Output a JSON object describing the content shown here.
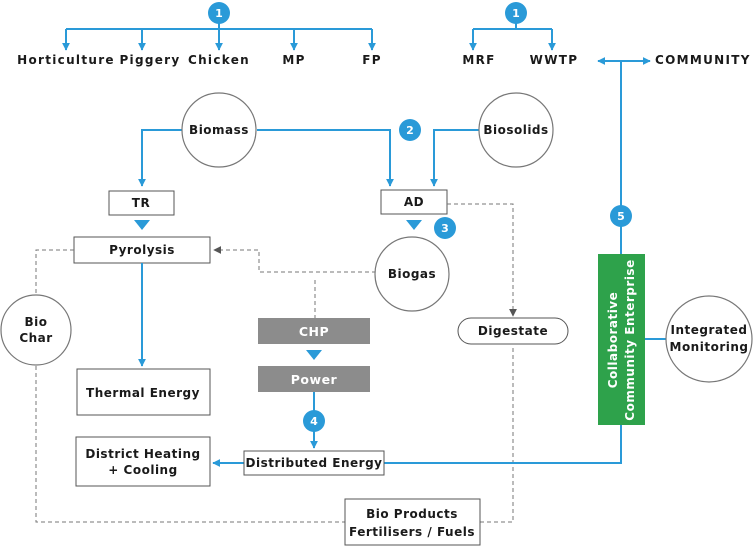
{
  "colors": {
    "accent_blue": "#2a9ad8",
    "green": "#2ea24b",
    "gray_box": "#8c8c8c",
    "line_gray": "#777777"
  },
  "top_branch": {
    "badge": "1",
    "items": [
      "Horticulture",
      "Piggery",
      "Chicken",
      "MP",
      "FP"
    ]
  },
  "right_branch": {
    "badge": "1",
    "items": [
      "MRF",
      "WWTP"
    ],
    "community": "COMMUNITY"
  },
  "nodes": {
    "biomass": "Biomass",
    "biosolids": "Biosolids",
    "tr": "TR",
    "ad": "AD",
    "pyrolysis": "Pyrolysis",
    "biogas": "Biogas",
    "bio_char_line1": "Bio",
    "bio_char_line2": "Char",
    "chp": "CHP",
    "power": "Power",
    "digestate": "Digestate",
    "thermal_energy": "Thermal Energy",
    "district_line1": "District Heating",
    "district_line2": "+ Cooling",
    "distributed_energy": "Distributed Energy",
    "bio_products_line1": "Bio Products",
    "bio_products_line2": "Fertilisers / Fuels",
    "collab_line1": "Collaborative",
    "collab_line2": "Community Enterprise",
    "monitoring_line1": "Integrated",
    "monitoring_line2": "Monitoring"
  },
  "badges": {
    "b2": "2",
    "b3": "3",
    "b4": "4",
    "b5": "5"
  }
}
